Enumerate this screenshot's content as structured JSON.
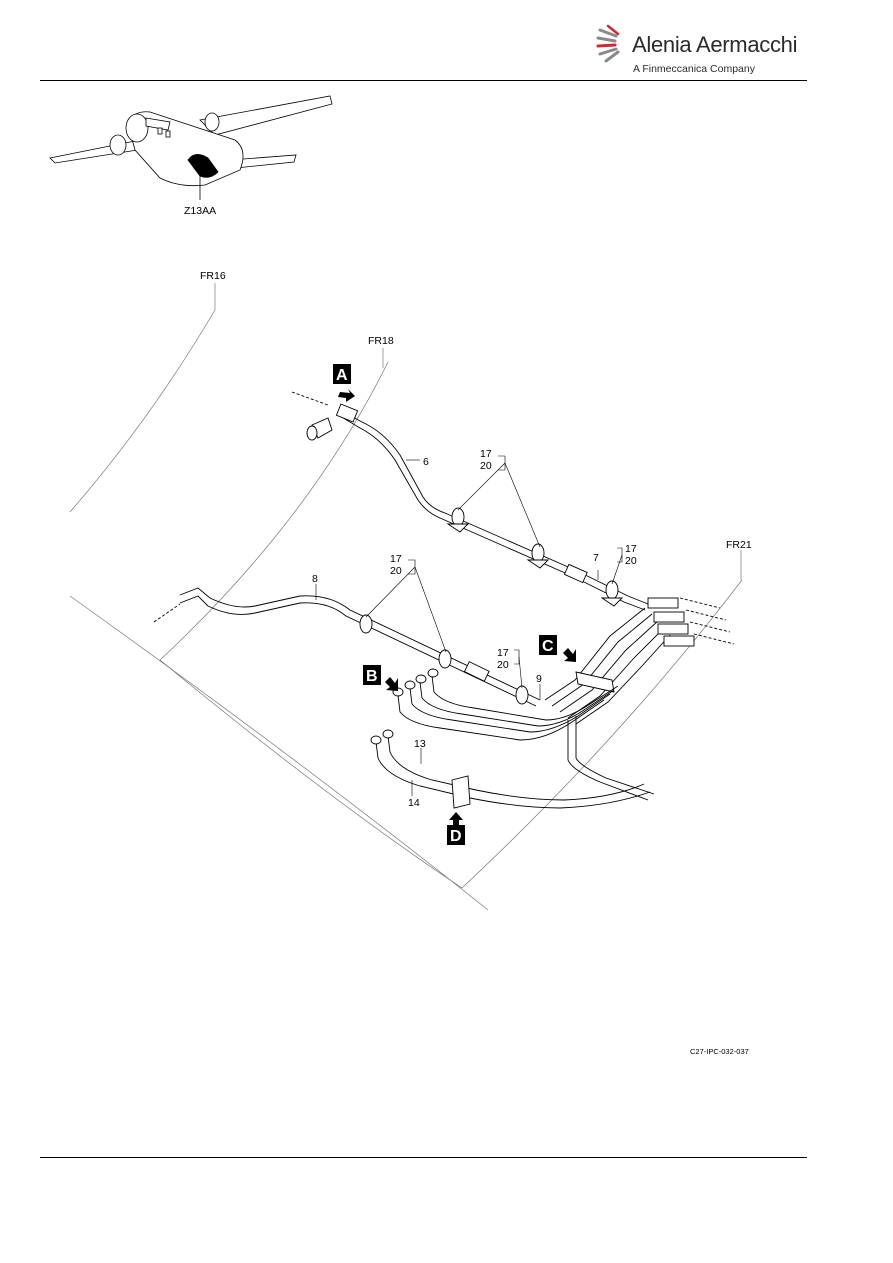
{
  "header": {
    "company_name": "Alenia Aermacchi",
    "company_tagline": "A Finmeccanica Company"
  },
  "locator": {
    "zone": "Z13AA"
  },
  "frames": {
    "fr16": "FR16",
    "fr18": "FR18",
    "fr21": "FR21"
  },
  "callouts": {
    "a": "A",
    "b": "B",
    "c": "C",
    "d": "D"
  },
  "item_numbers": {
    "n6": "6",
    "n7": "7",
    "n8": "8",
    "n9": "9",
    "n13": "13",
    "n14": "14",
    "n17": "17",
    "n20": "20"
  },
  "figure_code": "C27-IPC-032-037",
  "colors": {
    "logo_red": "#d2282e",
    "logo_gray": "#8a8a8a",
    "ink": "#000000"
  }
}
